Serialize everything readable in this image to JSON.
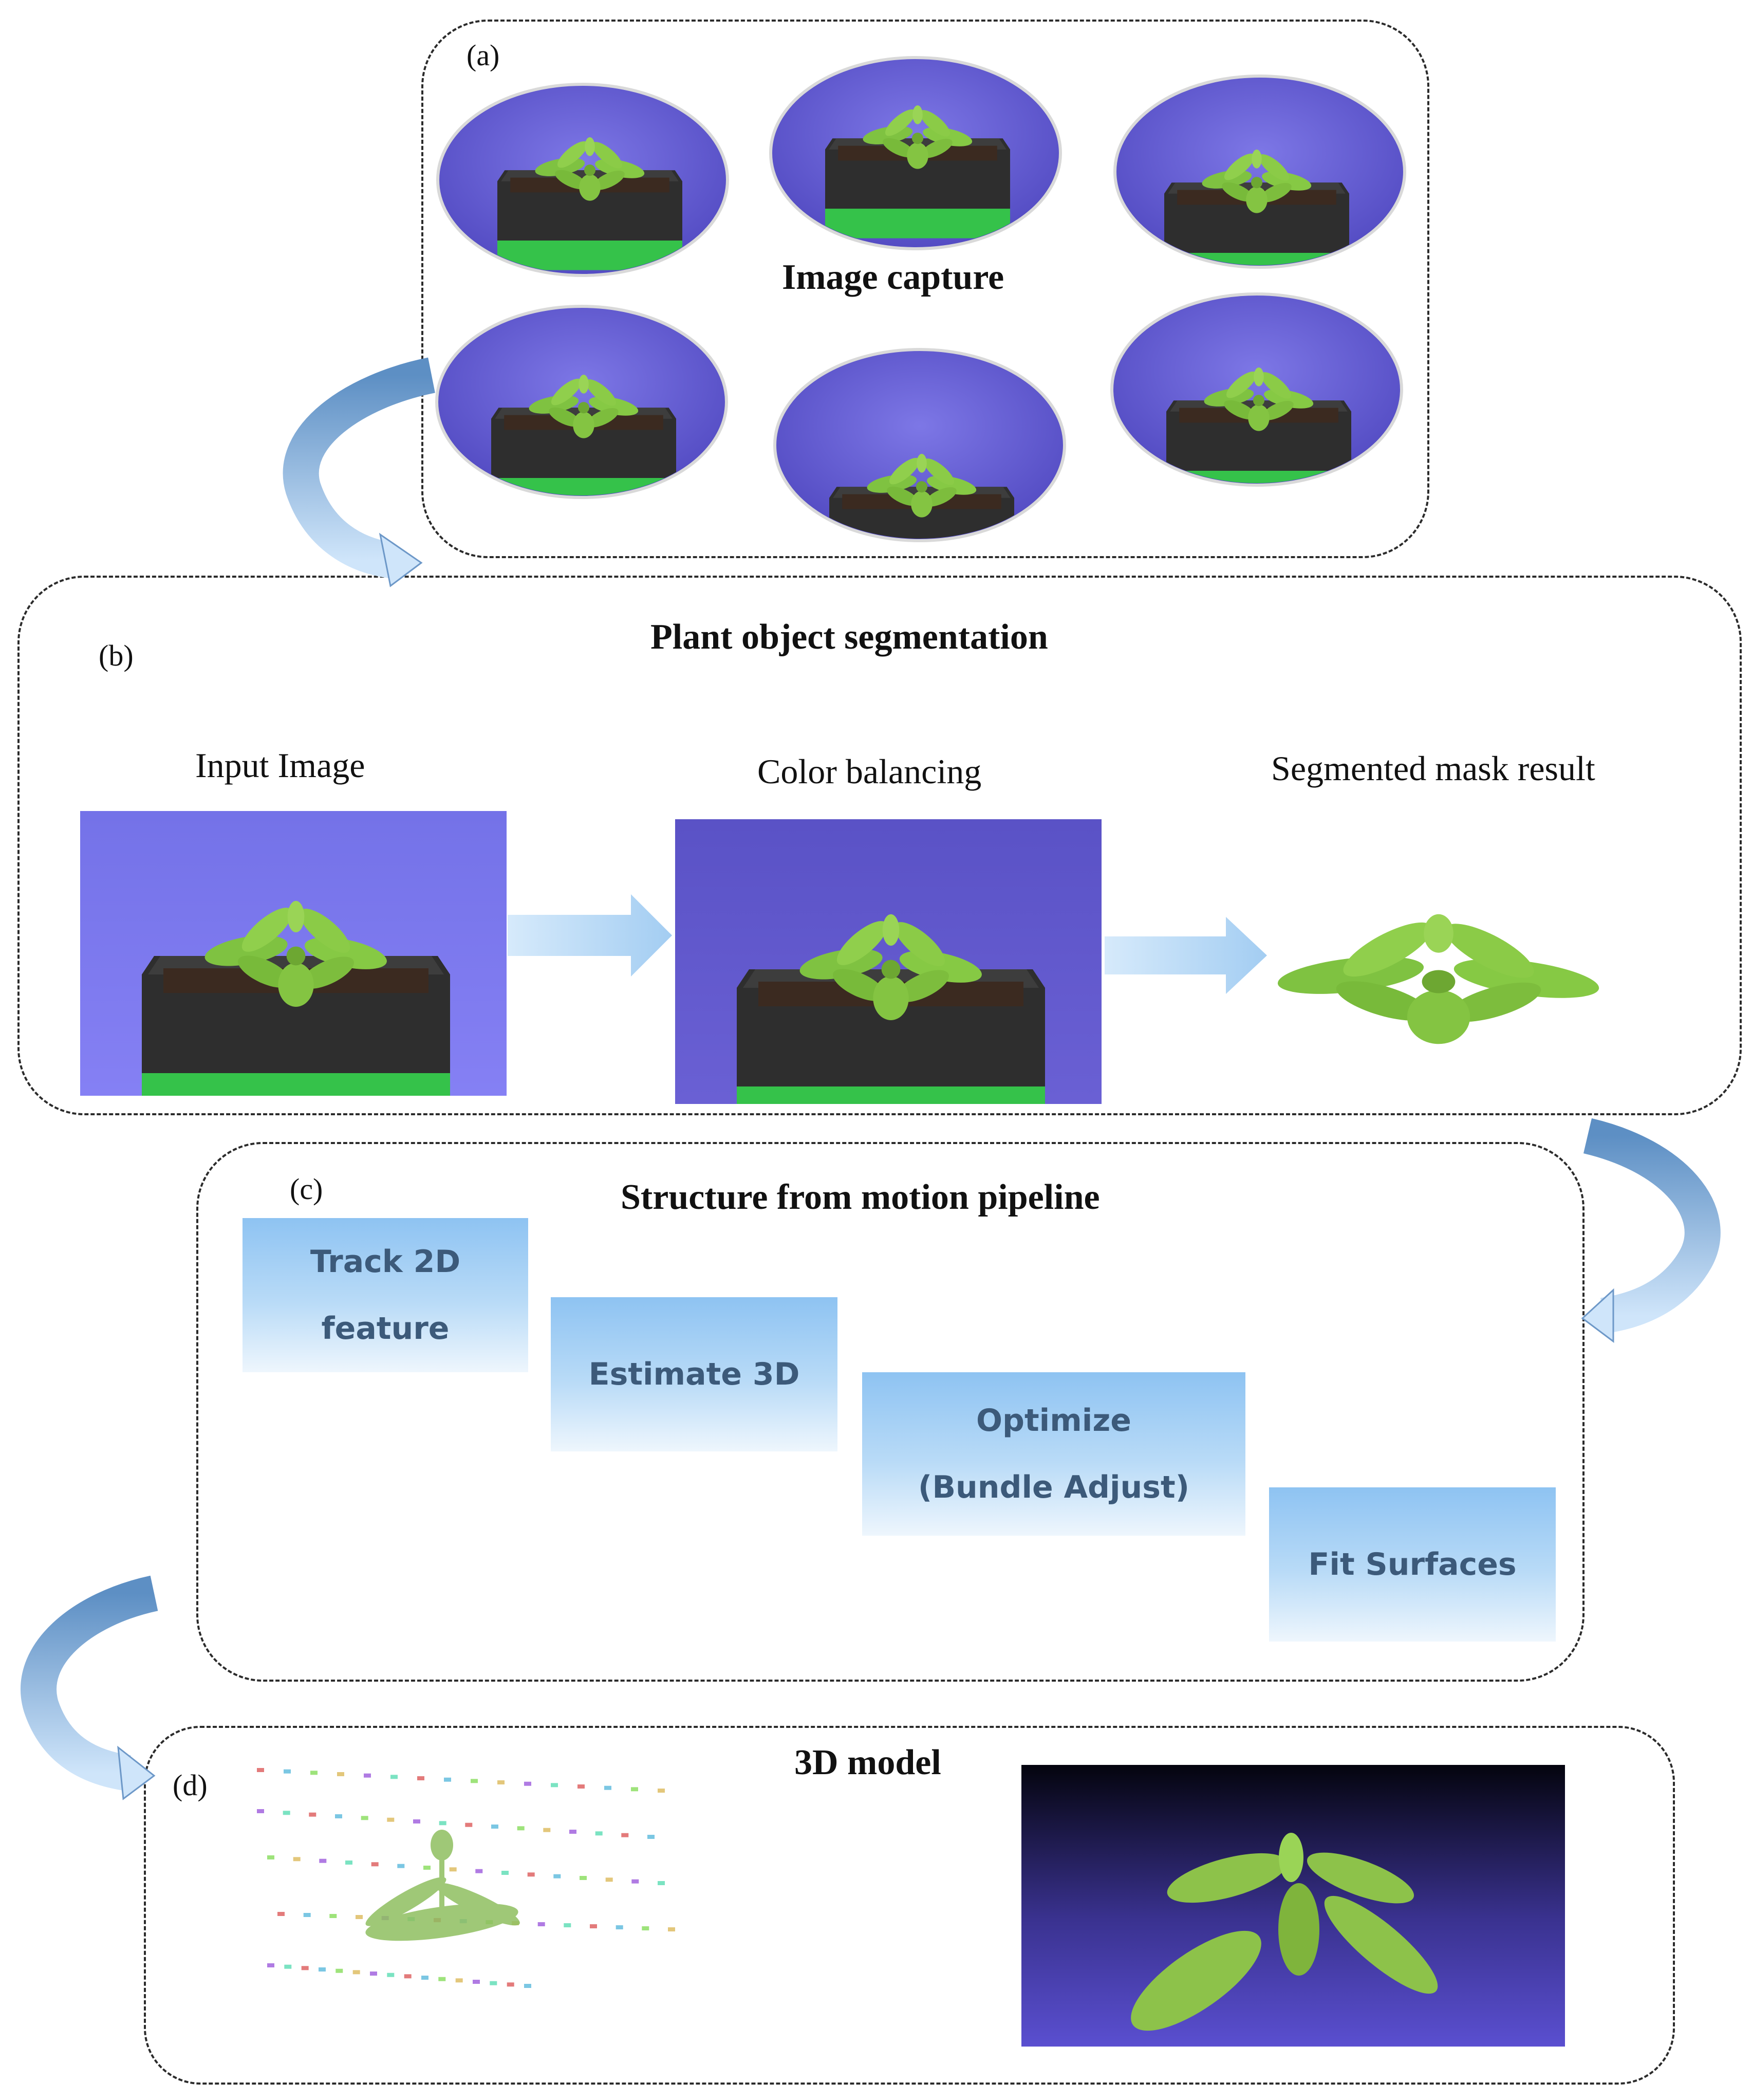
{
  "panel_a": {
    "label": "(a)",
    "title": "Image capture"
  },
  "panel_b": {
    "label": "(b)",
    "title": "Plant object segmentation",
    "steps": [
      "Input Image",
      "Color balancing",
      "Segmented mask result"
    ]
  },
  "panel_c": {
    "label": "(c)",
    "title": "Structure from motion pipeline",
    "steps": [
      {
        "line1": "Track 2D",
        "line2": "feature"
      },
      {
        "line1": "Estimate 3D",
        "line2": ""
      },
      {
        "line1": "Optimize",
        "line2": "(Bundle Adjust)"
      },
      {
        "line1": "Fit Surfaces",
        "line2": ""
      }
    ]
  },
  "panel_d": {
    "label": "(d)",
    "title": "3D model"
  },
  "colors": {
    "backdrop_purple": "#6b63d6",
    "plant_green": "#8cc63f",
    "pot_black": "#2f2f2f",
    "arrow_blue": "#a9d0f2",
    "sfm_gradient_top": "#8ec3f2"
  }
}
